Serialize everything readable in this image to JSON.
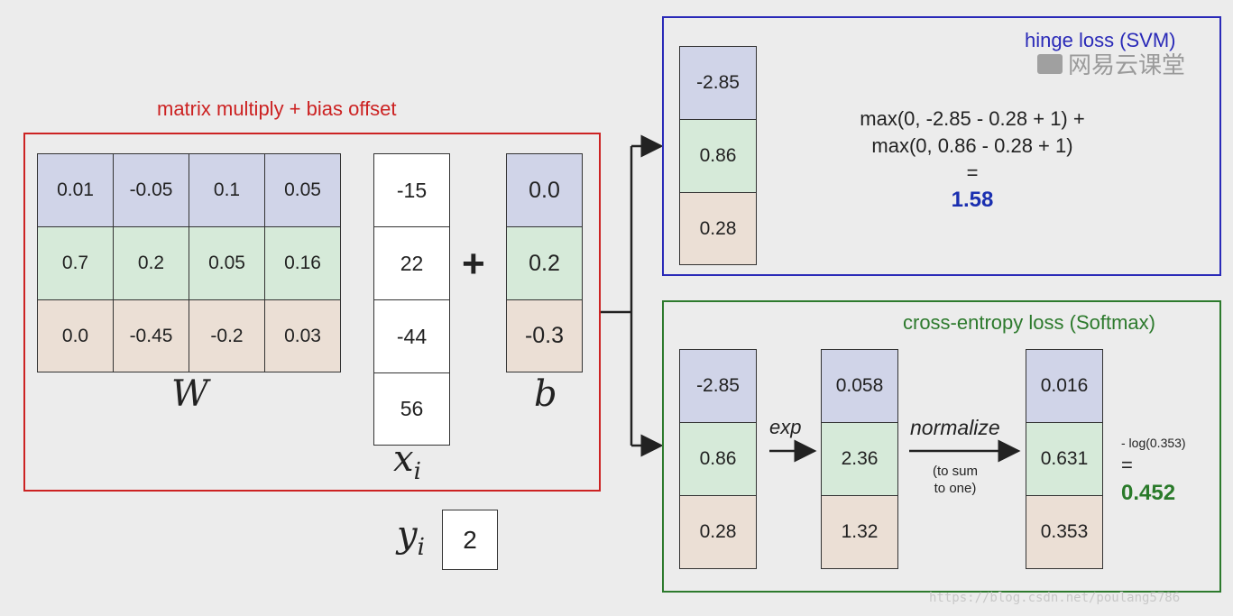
{
  "matrix_panel": {
    "title": "matrix multiply + bias offset",
    "W": [
      [
        "0.01",
        "-0.05",
        "0.1",
        "0.05"
      ],
      [
        "0.7",
        "0.2",
        "0.05",
        "0.16"
      ],
      [
        "0.0",
        "-0.45",
        "-0.2",
        "0.03"
      ]
    ],
    "x": [
      "-15",
      "22",
      "-44",
      "56"
    ],
    "b": [
      "0.0",
      "0.2",
      "-0.3"
    ],
    "plus": "+",
    "W_label": "W",
    "x_label": "x",
    "x_sub": "i",
    "b_label": "b"
  },
  "y": {
    "label": "y",
    "sub": "i",
    "value": "2"
  },
  "hinge_panel": {
    "title": "hinge loss (SVM)",
    "scores": [
      "-2.85",
      "0.86",
      "0.28"
    ],
    "formula_line1": "max(0, -2.85 - 0.28 + 1) +",
    "formula_line2": "max(0, 0.86 - 0.28 + 1)",
    "equals": "=",
    "result": "1.58"
  },
  "softmax_panel": {
    "title": "cross-entropy loss (Softmax)",
    "scores": [
      "-2.85",
      "0.86",
      "0.28"
    ],
    "exp_label": "exp",
    "exp_values": [
      "0.058",
      "2.36",
      "1.32"
    ],
    "normalize_label": "normalize",
    "normalize_note": "(to sum\nto one)",
    "probs": [
      "0.016",
      "0.631",
      "0.353"
    ],
    "log_expr": "- log(0.353)",
    "equals": "=",
    "result": "0.452"
  },
  "watermark": {
    "logo_text": "网易云课堂",
    "url": "https://blog.csdn.net/poulang5786"
  },
  "colors": {
    "red": "#cc2222",
    "blue": "#2a2ab8",
    "green": "#2d7a2d",
    "result_blue": "#1a2fb0",
    "result_green": "#2a7a2a"
  }
}
